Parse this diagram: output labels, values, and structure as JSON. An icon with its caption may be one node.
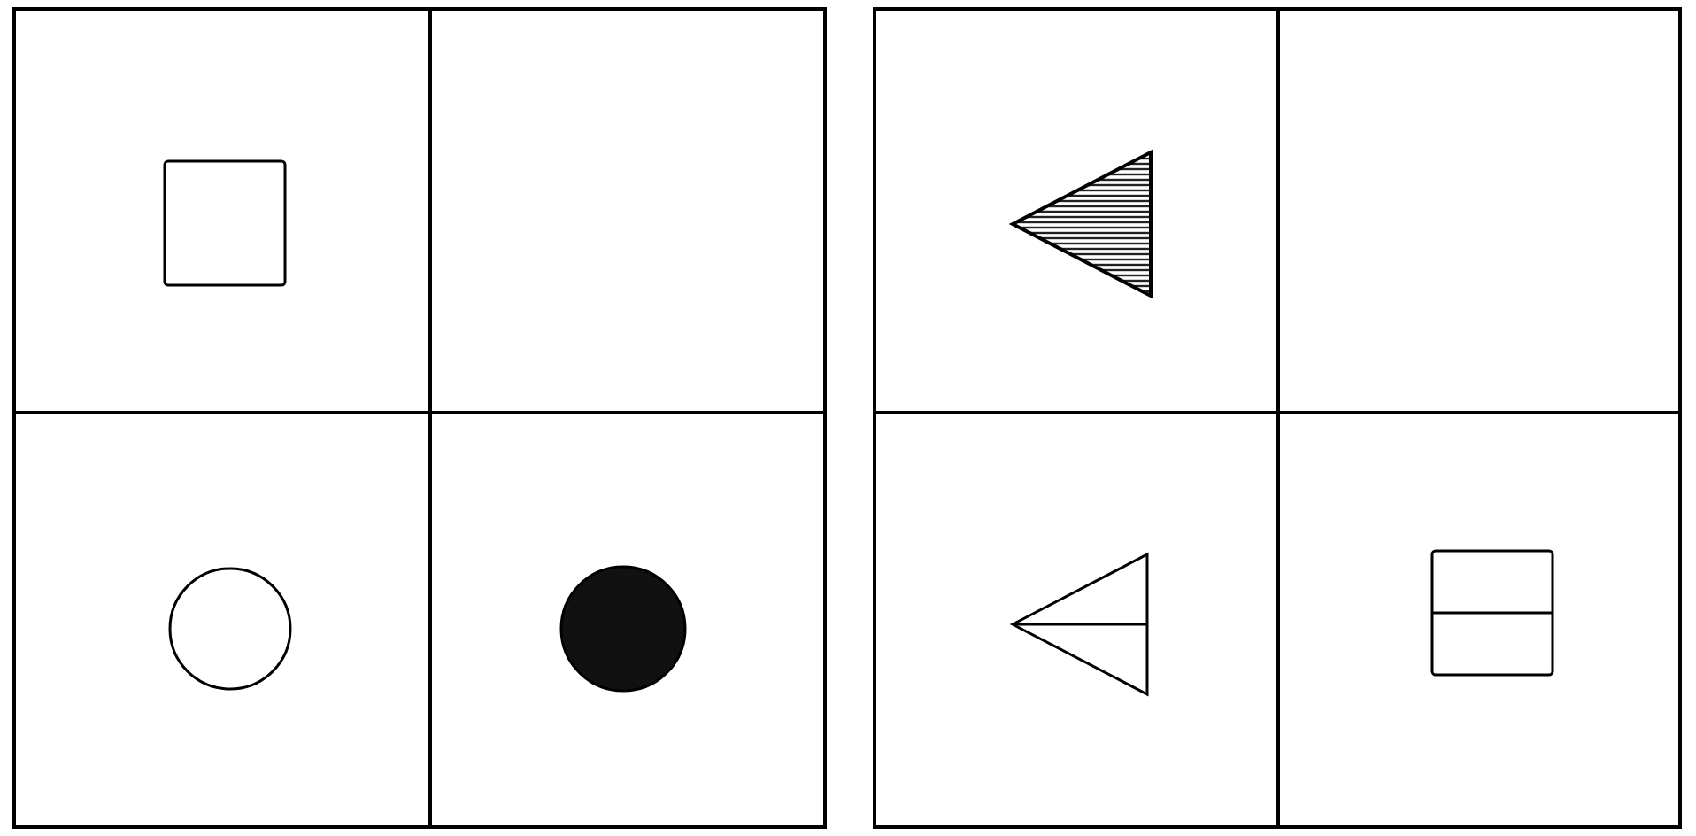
{
  "diagram": {
    "nodes": [
      {
        "text": [],
        "shape": "box"
      },
      {
        "text": [],
        "shape": "box",
        "in": 0
      },
      {
        "text": [],
        "shape": "box",
        "in": 0
      },
      {
        "text": [],
        "shape": "box",
        "in": 0
      },
      {
        "text": [],
        "shape": "box",
        "in": 0
      },
      {
        "text": [],
        "shape": "box",
        "in": 1
      },
      {
        "text": [],
        "shape": "circle",
        "in": 3
      },
      {
        "text": [],
        "shape": "circle",
        "in": 4
      },
      {
        "text": [],
        "shape": "box"
      },
      {
        "text": [],
        "shape": "box",
        "in": 8
      },
      {
        "text": [],
        "shape": "box",
        "in": 8
      },
      {
        "text": [],
        "shape": "box",
        "in": 8
      },
      {
        "text": [],
        "shape": "box",
        "in": 8
      },
      {
        "text": [],
        "shape": "triangle",
        "in": 9
      },
      {
        "text": [],
        "shape": "triangle",
        "in": 11
      },
      {
        "text": [],
        "shape": "box",
        "in": 12
      }
    ]
  }
}
